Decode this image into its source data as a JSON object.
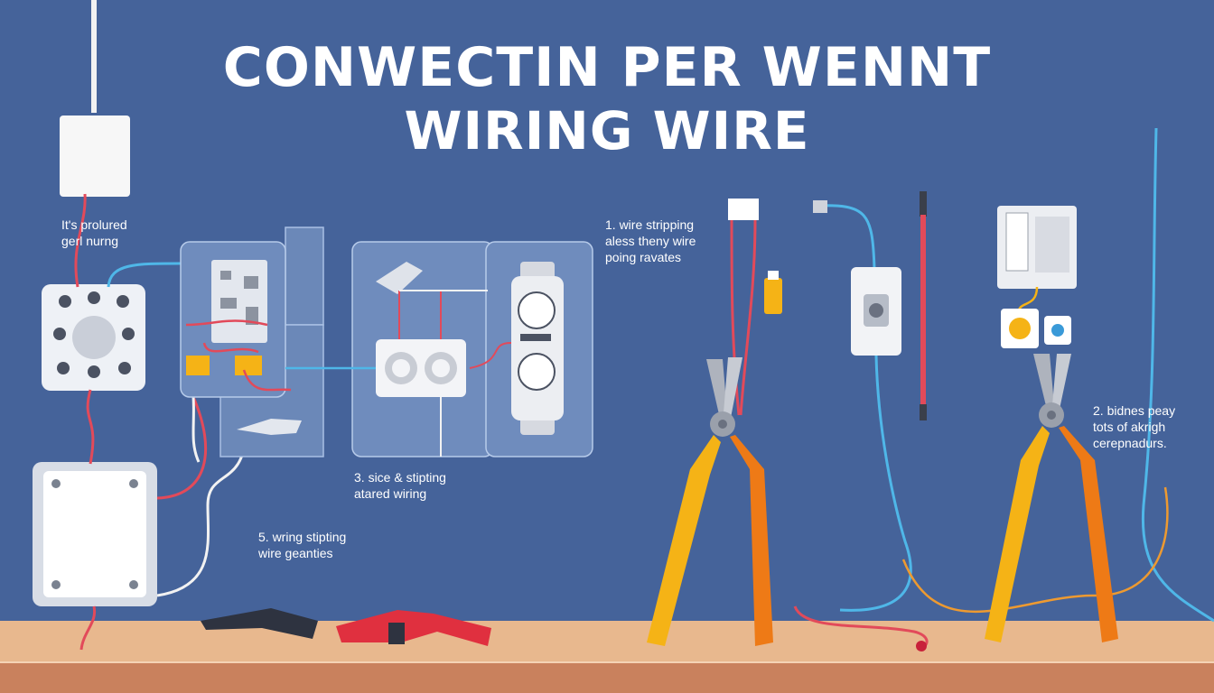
{
  "title": {
    "line1": "CONWECTIN PER WENNT",
    "line2": "WIRING WIRE"
  },
  "labels": [
    {
      "id": "intro",
      "lines": [
        "It's prolured",
        "gerl nurng"
      ]
    },
    {
      "id": "step1",
      "lines": [
        "1. wire stripping",
        "aless theny wire",
        "poing ravates"
      ]
    },
    {
      "id": "step3",
      "lines": [
        "3. sice & stipting",
        "atared wiring"
      ]
    },
    {
      "id": "step5",
      "lines": [
        "5. wring stipting",
        "wire geanties"
      ]
    },
    {
      "id": "step2",
      "lines": [
        "2. bidnes peay",
        "tots of akrigh",
        "cerepnadurs."
      ]
    }
  ],
  "icons": [
    "outlet-box-icon",
    "junction-box-icon",
    "circuit-panel-icon",
    "double-outlet-icon",
    "light-switch-icon",
    "wire-connector-icon",
    "pliers-icon",
    "wire-stripper-icon",
    "wall-switch-plate-icon",
    "cable-icon"
  ],
  "colors": {
    "background": "#45639a",
    "floor": "#e8b88e",
    "floor_edge": "#c9815d",
    "wire_red": "#e24a5a",
    "wire_blue": "#4fb7e8",
    "wire_white": "#f2f2f2",
    "pliers_yellow": "#f5b316",
    "pliers_orange": "#ee7a16"
  }
}
